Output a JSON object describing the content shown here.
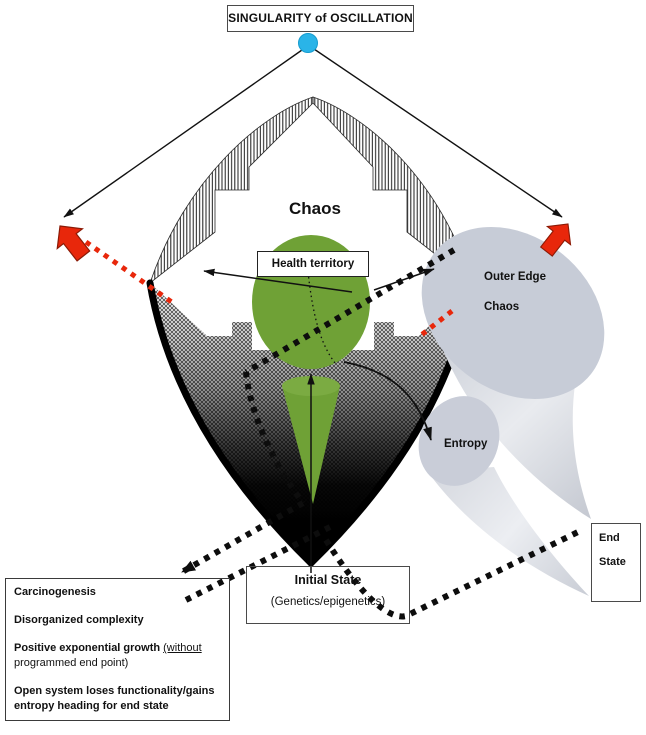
{
  "title_box": {
    "label": "SINGULARITY of OSCILLATION"
  },
  "diagram": {
    "chaos_label": "Chaos",
    "health_territory_label": "Health territory",
    "outer_edge_label_line1": "Outer Edge",
    "outer_edge_label_line2": "Chaos",
    "entropy_label": "Entropy"
  },
  "end_state_box": {
    "line1": "End",
    "line2": "State"
  },
  "initial_state_box": {
    "title": "Initial State",
    "subtitle": "(Genetics/epigenetics)"
  },
  "notes_box": {
    "item1": "Carcinogenesis",
    "item2": "Disorganized complexity",
    "item3_bold": "Positive exponential growth ",
    "item3_underlined": "(without",
    "item3_regular": "programmed end point)",
    "item4": "Open system loses functionality/gains entropy heading for end state"
  },
  "colors": {
    "health_green": "#6fa136",
    "cone_grey": "#c7ccd7",
    "warning_red": "#e8270b",
    "singularity_blue": "#2ab4e8"
  }
}
